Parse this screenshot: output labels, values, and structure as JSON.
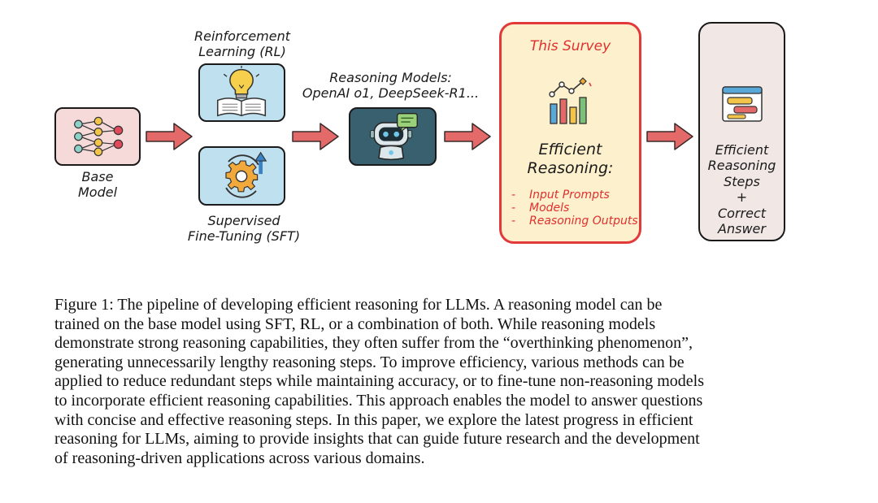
{
  "diagram": {
    "base_model": "Base\nModel",
    "rl": "Reinforcement\nLearning (RL)",
    "sft": "Supervised\nFine-Tuning (SFT)",
    "reasoning_models": "Reasoning Models:\nOpenAI o1, DeepSeek-R1...",
    "survey_title": "This Survey",
    "efficient_reasoning": "Efficient\nReasoning:",
    "survey_items": [
      "Input Prompts",
      "Models",
      "Reasoning Outputs"
    ],
    "result": "Efficient\nReasoning\nSteps\n+\nCorrect\nAnswer"
  },
  "colors": {
    "arrow": "#e46a6a",
    "survey_border": "#e23a3a",
    "survey_fill": "#fdf0cc",
    "base_fill": "#f6dada",
    "rl_fill": "#bfe0ee",
    "robot_fill": "#39606f",
    "result_fill": "#f1e8e6"
  },
  "caption": [
    "Figure 1: The pipeline of developing efficient reasoning for LLMs. A reasoning model can be",
    "trained on the base model using SFT, RL, or a combination of both. While reasoning models",
    "demonstrate strong reasoning capabilities, they often suffer from the “overthinking phenomenon”,",
    "generating unnecessarily lengthy reasoning steps. To improve efficiency, various methods can be",
    "applied to reduce redundant steps while maintaining accuracy, or to fine-tune non-reasoning models",
    "to incorporate efficient reasoning capabilities. This approach enables the model to answer questions",
    "with concise and effective reasoning steps. In this paper, we explore the latest progress in efficient",
    "reasoning for LLMs, aiming to provide insights that can guide future research and the development",
    "of reasoning-driven applications across various domains."
  ]
}
